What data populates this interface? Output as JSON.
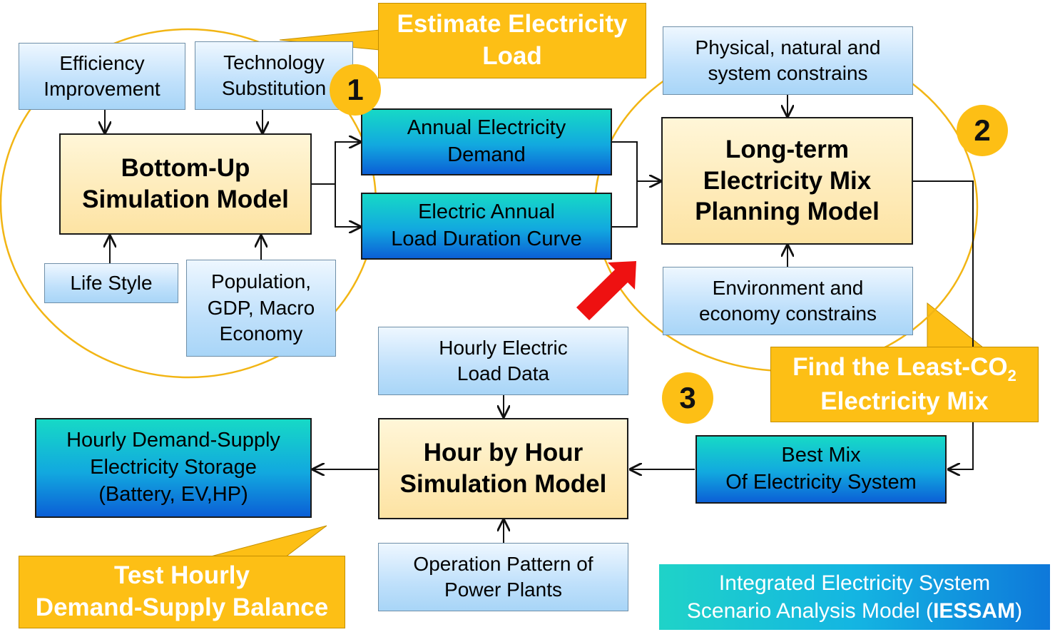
{
  "callouts": {
    "estimate": [
      "Estimate Electricity",
      "Load"
    ],
    "least_co2": {
      "line1": "Find the Least-CO",
      "subscript": "2",
      "line2": "Electricity Mix"
    },
    "hourly_test": [
      "Test Hourly",
      "Demand-Supply Balance"
    ]
  },
  "badges": {
    "one": "1",
    "two": "2",
    "three": "3"
  },
  "inputs": {
    "efficiency": [
      "Efficiency",
      "Improvement"
    ],
    "technology": [
      "Technology",
      "Substitution"
    ],
    "life_style": [
      "Life Style"
    ],
    "population": [
      "Population,",
      "GDP, Macro",
      "Economy"
    ],
    "physical": [
      "Physical, natural and",
      "system constrains"
    ],
    "environment": [
      "Environment and",
      "economy constrains"
    ],
    "hourly_load": [
      "Hourly Electric",
      "Load Data"
    ],
    "operation": [
      "Operation Pattern of",
      "Power Plants"
    ]
  },
  "models": {
    "bottom_up": [
      "Bottom-Up",
      "Simulation Model"
    ],
    "long_term": [
      "Long-term",
      "Electricity Mix",
      "Planning Model"
    ],
    "hour_by_hour": [
      "Hour by Hour",
      "Simulation Model"
    ]
  },
  "outputs": {
    "annual_demand": [
      "Annual Electricity",
      "Demand"
    ],
    "load_curve": [
      "Electric Annual",
      "Load Duration Curve"
    ],
    "best_mix": [
      "Best Mix",
      "Of Electricity System"
    ],
    "storage": [
      "Hourly Demand-Supply",
      "Electricity Storage",
      "(Battery, EV,HP)"
    ]
  },
  "legend": {
    "line1": "Integrated Electricity System",
    "line2_prefix": "Scenario Analysis Model (",
    "acronym": "IESSAM",
    "line2_suffix": ")"
  },
  "colors": {
    "callout": "#fdbf15",
    "circle": "#f2b514",
    "arrow_red": "#ee1111",
    "wire": "#111111"
  }
}
